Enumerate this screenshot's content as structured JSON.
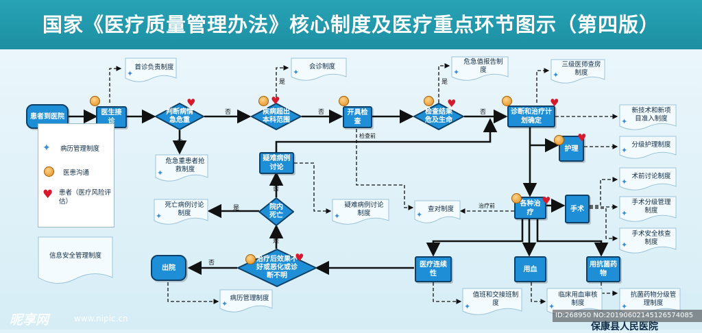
{
  "title": "国家《医疗质量管理办法》核心制度及医疗重点环节图示（第四版）",
  "nodes": {
    "patient_visit": "患者到医院",
    "doctor_receive": "医生接诊",
    "judge_critical": "判断病情急危重",
    "beyond_scope": "疾病超出本科范围",
    "order_exam": "开具检查",
    "exam_critical": "检查结果危及生命",
    "diagnosis_plan": "诊断和治疗计划确定",
    "difficult_case": "疑难病例讨论",
    "in_hospital_death": "院内死亡",
    "treatment_various": "各种治疗",
    "surgery": "手术",
    "nursing": "护理",
    "medical_continuity": "医疗连续性",
    "blood_use": "用血",
    "antibiotic": "用抗菌药物",
    "treatment_result": "治疗后效果不好或恶化或诊断不明",
    "discharge": "出院"
  },
  "docs": {
    "first_visit": "首诊负责制度",
    "consultation": "会诊制度",
    "critical_value": "危急值报告制度",
    "three_level_rounds": "三级医师查房制度",
    "new_tech": "新技术和新项目准入制度",
    "graded_nursing": "分级护理制度",
    "emergency_rescue": "危急重患者抢救制度",
    "pre_op_discussion": "术前讨论制度",
    "surgery_grading": "手术分级管理制度",
    "surgery_safety": "手术安全核查制度",
    "death_discussion": "死亡病例讨论制度",
    "difficult_discussion": "疑难病例讨论制度",
    "verification": "查对制度",
    "shift_handover": "值班和交接班制度",
    "blood_review": "临床用血审核制度",
    "antibiotic_grading": "抗菌药物分级管理制度",
    "medical_records": "病历管理制度",
    "info_security": "信息安全管理制度"
  },
  "edge_labels": {
    "yes": "是",
    "no": "否",
    "before_exam": "检查前",
    "before_treatment": "治疗前"
  },
  "legend": {
    "records": "病历管理制度",
    "communication": "医患沟通",
    "risk": "患者（医疗风险评估）"
  },
  "watermark": {
    "site": "昵享网",
    "url": "www.nipic.cn",
    "id": "ID:268950 NO:20190602145126574085",
    "hospital": "保康县人民医院"
  },
  "colors": {
    "node_fill": "#1e8fd6",
    "node_border": "#0e3f66",
    "title_bg": "#1d8fa3",
    "heart": "#d8192c",
    "doc_fill": "#f4fbff"
  }
}
